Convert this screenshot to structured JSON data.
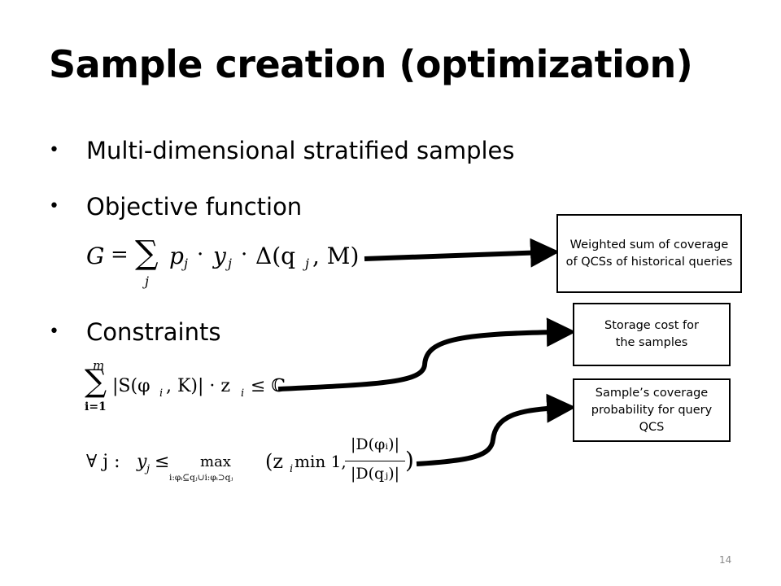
{
  "slide": {
    "title": "Sample creation (optimization)",
    "bullets": [
      {
        "text": "Multi-dimensional stratified samples"
      },
      {
        "text": "Objective function"
      },
      {
        "text": "Constraints"
      }
    ],
    "objective_equation": {
      "lhs": "G",
      "eq": "=",
      "sum": "∑",
      "sum_index": "j",
      "body": "p",
      "body_sub": "j",
      "dot1": "·",
      "y": "y",
      "y_sub": "j",
      "dot2": "·",
      "delta_open": "Δ(q",
      "delta_sub": "j",
      "delta_close": ", M)"
    },
    "constraint1": {
      "sum": "∑",
      "upper": "m",
      "lower": "i=1",
      "body": "|S(φ",
      "body_sub": "i",
      "body_rest": ", K)| · z",
      "z_sub": "i",
      "leq": "≤ ℂ"
    },
    "constraint2": {
      "forall": "∀  j :",
      "y": "y",
      "y_sub": "j",
      "leq": "≤",
      "max": "max",
      "max_sub": "i:φᵢ⊆qⱼ∪i:φᵢ⊃qⱼ",
      "open": "(z",
      "z_sub": "i",
      "min": " min 1,",
      "num": "|D(φᵢ)|",
      "den": "|D(qⱼ)|",
      "close": ")"
    },
    "boxes": [
      {
        "text": "Weighted sum of coverage of QCSs of historical queries"
      },
      {
        "text": "Storage cost for the samples"
      },
      {
        "text": "Sample’s coverage probability for query QCS"
      }
    ],
    "page_number": "14"
  }
}
